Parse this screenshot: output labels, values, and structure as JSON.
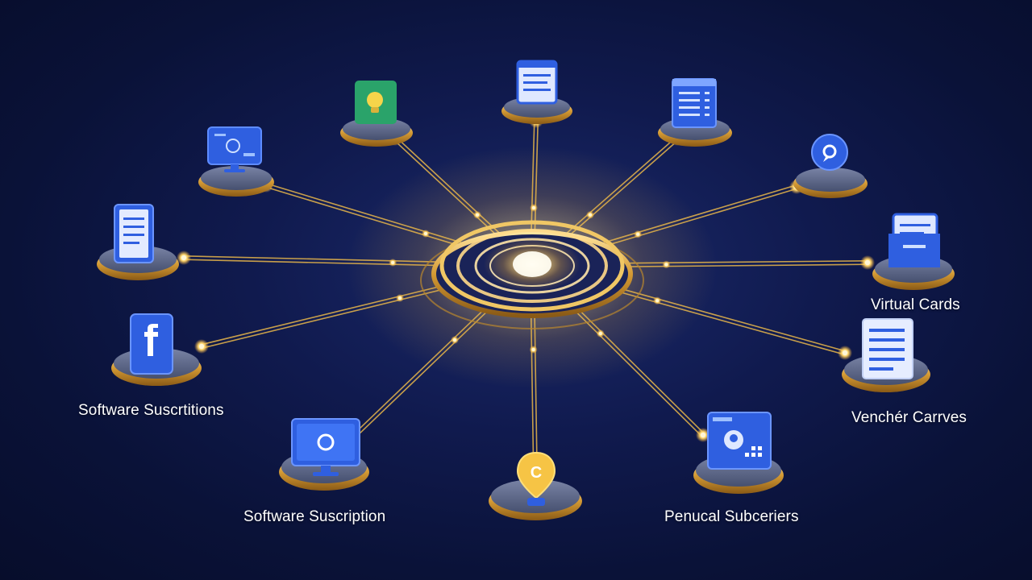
{
  "diagram": {
    "labels": {
      "virtual_cards": "Virtual Cards",
      "vendor_cards": "Venchér Carrves",
      "software_subscriptions_left": "Software Suscrtitions",
      "software_subscription_bottom": "Software Suscription",
      "personal_subscribers": "Penucal Subceriers"
    },
    "hub_icon_letter": "C",
    "colors": {
      "background": "#0a1238",
      "gold": "#e7b64a",
      "glow": "#fff3c2",
      "icon_blue": "#2f5fe0",
      "icon_green": "#2aa36a",
      "bulb_yellow": "#f6d44a",
      "pedestal": "#5c6789"
    }
  }
}
